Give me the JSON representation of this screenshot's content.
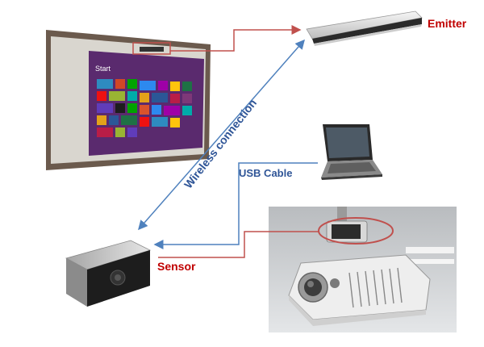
{
  "labels": {
    "emitter": "Emitter",
    "sensor": "Sensor",
    "usb_cable": "USB Cable",
    "wireless_connection": "Wireless connection"
  },
  "screen": {
    "start_label": "Start"
  },
  "colors": {
    "emitter_label": "#c00000",
    "sensor_label": "#c00000",
    "red_connector": "#c0504d",
    "blue_connector": "#4f81bd",
    "usb_label": "#2f5597"
  },
  "icons": {
    "whiteboard": "whiteboard-screen-photo",
    "emitter": "emitter-device-photo",
    "laptop": "laptop-photo",
    "projector": "projector-photo",
    "sensor": "sensor-device-photo"
  }
}
